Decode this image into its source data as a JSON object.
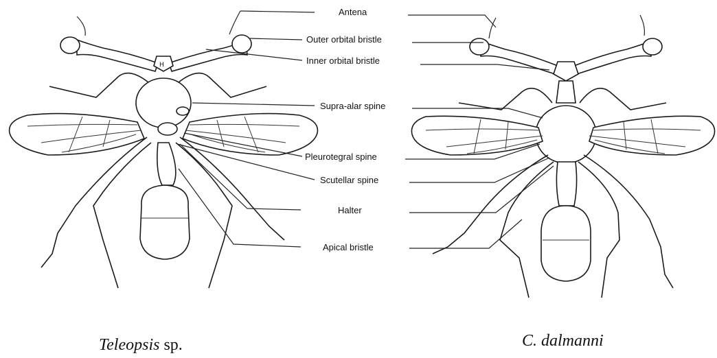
{
  "labels": {
    "antena": "Antena",
    "outer_orbital": "Outer orbital bristle",
    "inner_orbital": "Inner orbital bristle",
    "supra_alar": "Supra-alar spine",
    "pleurotegral": "Pleurotegral spine",
    "scutellar": "Scutellar spine",
    "halter": "Halter",
    "apical": "Apical bristle"
  },
  "head_mark": "H",
  "captions": {
    "left_genus": "Teleopsis",
    "left_suffix": " sp.",
    "right": "C. dalmanni"
  }
}
